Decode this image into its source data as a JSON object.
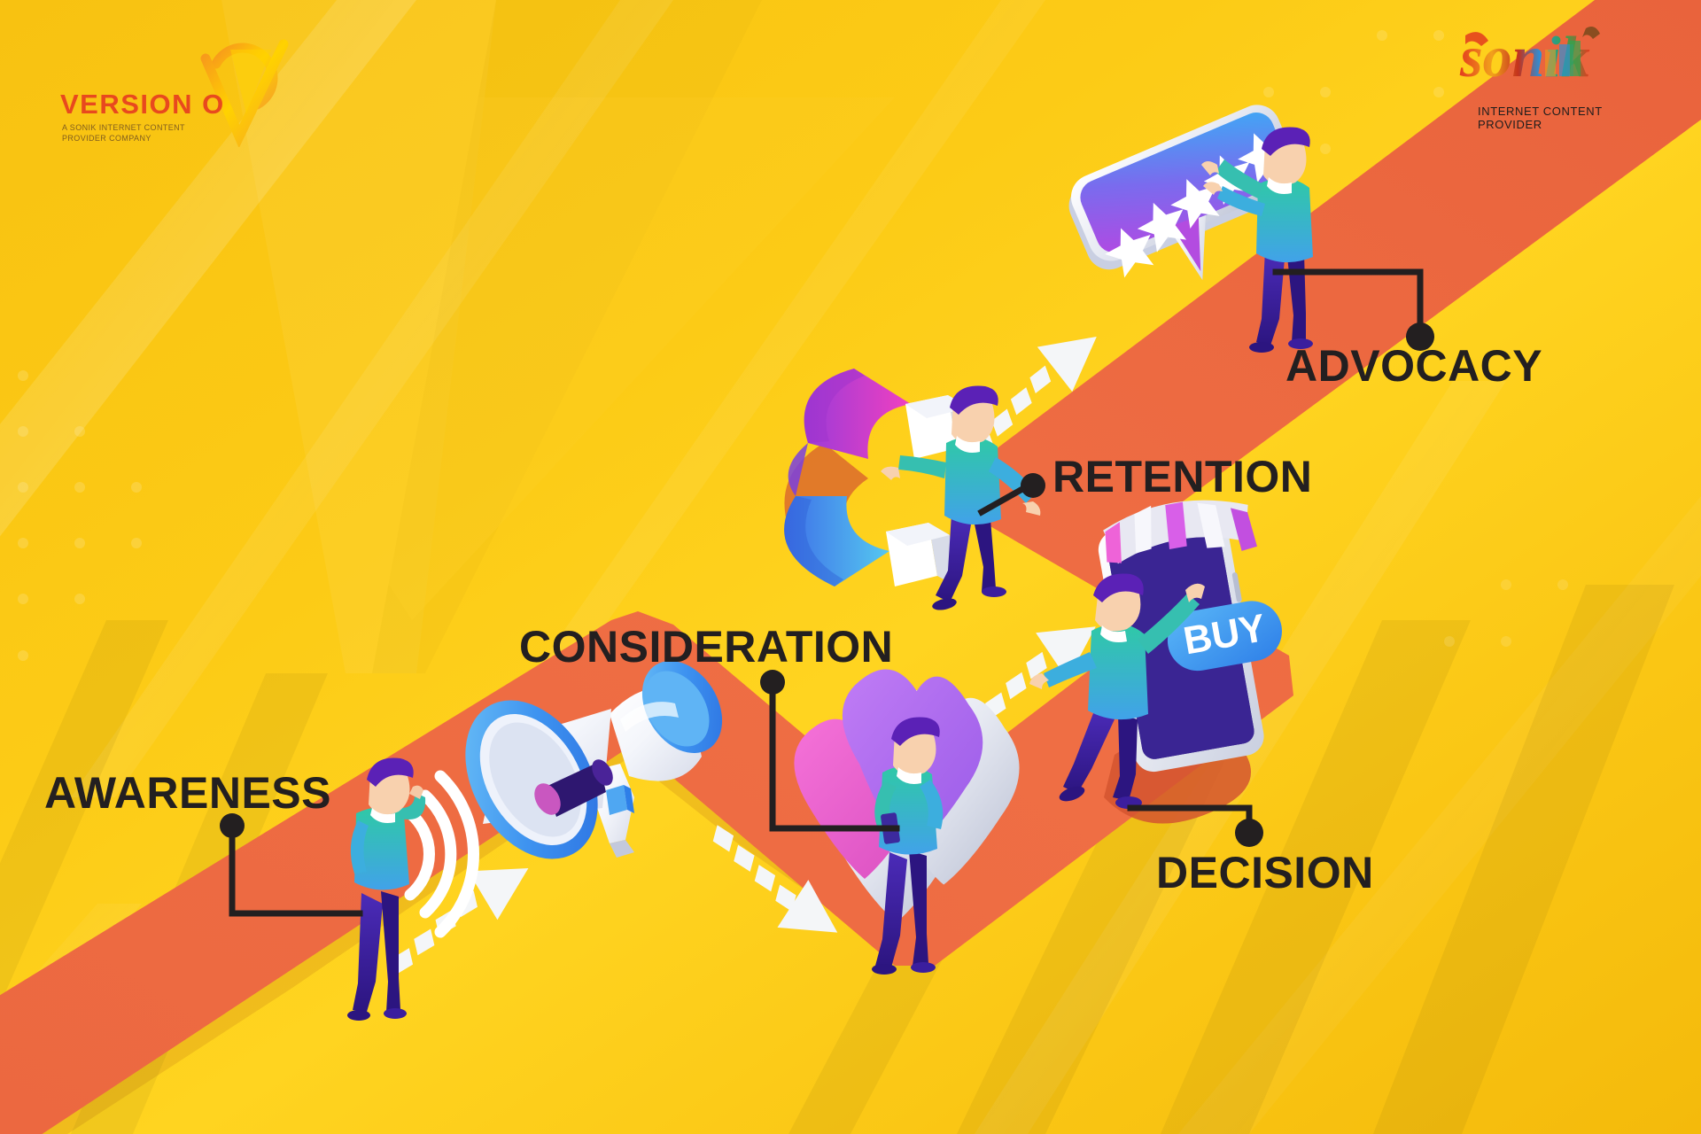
{
  "meta": {
    "title": "Customer Journey Funnel Infographic",
    "background_color": "#FAC618",
    "path_color": "#EE6B42",
    "label_color": "#231F20"
  },
  "branding": {
    "left_logo": {
      "name": "VERSION O",
      "tagline_line1": "A SONIK INTERNET CONTENT",
      "tagline_line2": "PROVIDER COMPANY",
      "color": "#E8491E",
      "mark": "v-swirl-mark"
    },
    "right_logo": {
      "name": "sonik",
      "tagline": "INTERNET CONTENT PROVIDER",
      "mark": "sonik-wordmark"
    }
  },
  "journey": {
    "stages": [
      {
        "id": "awareness",
        "label": "AWARENESS",
        "icon": "megaphone-icon",
        "order": 1,
        "connector": "dot-top-then-down-then-right"
      },
      {
        "id": "consideration",
        "label": "CONSIDERATION",
        "icon": "heart-icon",
        "order": 2,
        "connector": "dot-top-then-down-then-right"
      },
      {
        "id": "decision",
        "label": "DECISION",
        "icon": "buy-phone-icon",
        "order": 3,
        "connector": "dot-bottom-then-up-then-left"
      },
      {
        "id": "retention",
        "label": "RETENTION",
        "icon": "magnet-icon",
        "order": 4,
        "connector": "dot-left-short-line"
      },
      {
        "id": "advocacy",
        "label": "ADVOCACY",
        "icon": "five-star-review-icon",
        "order": 5,
        "connector": "dot-bottom-then-up-then-left"
      }
    ],
    "arrows": [
      {
        "id": "arrow-1",
        "after_stage": "awareness"
      },
      {
        "id": "arrow-2",
        "after_stage": "consideration"
      },
      {
        "id": "arrow-3",
        "after_stage": "decision"
      },
      {
        "id": "arrow-4",
        "after_stage": "retention"
      }
    ]
  },
  "illustrations": {
    "phone": {
      "button_label": "BUY",
      "screen_color": "#2D1F7A",
      "awning": "striped-awning"
    },
    "review": {
      "stars": 5,
      "bubble_gradient": [
        "#B44BE0",
        "#3FA8F5"
      ]
    },
    "magnet": {
      "shape": "horseshoe",
      "arm_colors": [
        "#D43FC8",
        "#3D8BF2"
      ],
      "tip_color": "#FFFFFF"
    },
    "hearts": {
      "count": 2,
      "colors": [
        "#E85FD0",
        "#A76BF0"
      ]
    },
    "megaphone": {
      "body_color": "#FFFFFF",
      "rim_color": "#3E93F0"
    },
    "people": {
      "count": 5,
      "shirt_gradient": [
        "#2FC6A8",
        "#3FA0E8"
      ],
      "pants_color": "#3B1E9E",
      "hair_color": "#5B21B6"
    }
  }
}
